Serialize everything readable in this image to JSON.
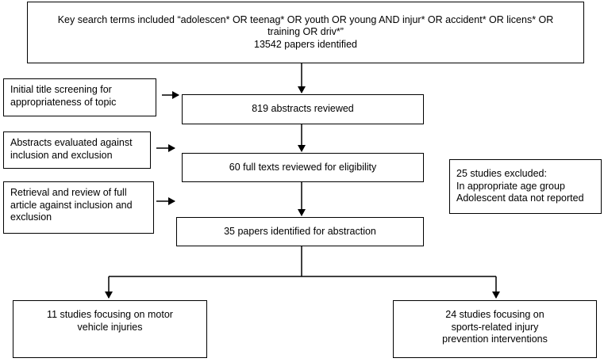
{
  "search": {
    "line1": "Key search terms included “adolescen* OR teenag* OR youth OR young AND injur* OR accident* OR licens* OR",
    "line2": "training OR driv*”",
    "line3": "13542 papers identified"
  },
  "screening": {
    "line1": "Initial title screening for",
    "line2": "appropriateness of topic"
  },
  "abstracts_reviewed": "819 abstracts reviewed",
  "abstract_eval": {
    "line1": "Abstracts evaluated against",
    "line2": "inclusion and exclusion"
  },
  "full_texts": "60 full texts reviewed for eligibility",
  "retrieval": {
    "line1": "Retrieval and review of full",
    "line2": "article against inclusion and",
    "line3": "exclusion"
  },
  "excluded": {
    "line1": "25 studies excluded:",
    "line2": "In appropriate age group",
    "line3": "Adolescent data not reported"
  },
  "abstraction": "35 papers identified for abstraction",
  "motor": {
    "line1": "11 studies focusing on motor",
    "line2": "vehicle injuries"
  },
  "sports": {
    "line1": "24 studies focusing on",
    "line2": "sports-related injury",
    "line3": "prevention interventions"
  }
}
